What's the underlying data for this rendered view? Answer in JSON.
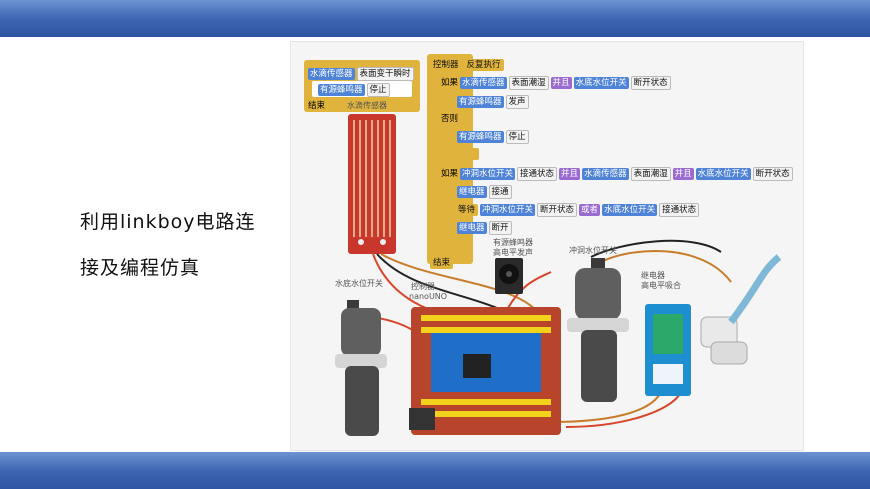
{
  "slide": {
    "caption_line1": "利用linkboy电路连",
    "caption_line2": "接及编程仿真"
  },
  "left_program": {
    "header": [
      "水滴传感器",
      "表面变干瞬时"
    ],
    "body": [
      "有源蜂鸣器",
      "停止"
    ],
    "end": "结束"
  },
  "main_program": {
    "header": [
      "控制器",
      "反复执行"
    ],
    "if1": {
      "kw": "如果",
      "a": [
        "水滴传感器",
        "表面潮湿"
      ],
      "and": "并且",
      "b": [
        "水底水位开关",
        "断开状态"
      ]
    },
    "then1": [
      "有源蜂鸣器",
      "发声"
    ],
    "else": "否则",
    "else_body": [
      "有源蜂鸣器",
      "停止"
    ],
    "if2": {
      "kw": "如果",
      "a": [
        "冲洞水位开关",
        "接通状态"
      ],
      "and": "并且",
      "b": [
        "水滴传感器",
        "表面潮湿"
      ],
      "and2": "并且",
      "c": [
        "水底水位开关",
        "断开状态"
      ]
    },
    "then2": [
      "继电器",
      "接通"
    ],
    "wait": {
      "kw": "等待",
      "a": [
        "冲洞水位开关",
        "断开状态"
      ],
      "or": "或者",
      "b": [
        "水底水位开关",
        "接通状态"
      ]
    },
    "then3": [
      "继电器",
      "断开"
    ],
    "end": "结束"
  },
  "components": {
    "water_sensor": "水滴传感器",
    "bottom_switch": "水底水位开关",
    "controller_line1": "控制器",
    "controller_line2": "nanoUNO",
    "buzzer_line1": "有源蜂鸣器",
    "buzzer_line2": "高电平发声",
    "flush_switch": "冲洞水位开关",
    "relay_line1": "继电器",
    "relay_line2": "高电平吸合"
  },
  "colors": {
    "band": "#3b63b0",
    "control": "#e0b43c",
    "sensor": "#4f83d8",
    "logic": "#9a6ad0",
    "board": "#b8452b"
  }
}
